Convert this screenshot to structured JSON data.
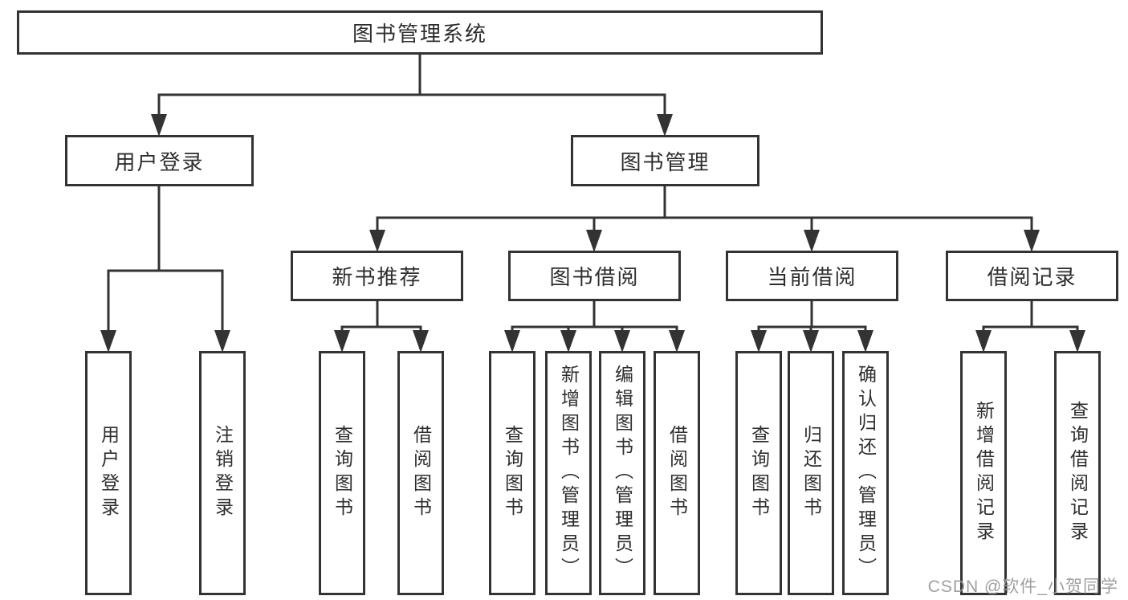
{
  "diagram_title": "图书管理系统",
  "watermark": "CSDN @软件_小贺同学",
  "tree": {
    "root": {
      "label": "图书管理系统"
    },
    "branches": [
      {
        "label": "用户登录",
        "leaves": [
          {
            "label": "用户登录"
          },
          {
            "label": "注销登录"
          }
        ]
      },
      {
        "label": "图书管理",
        "groups": [
          {
            "label": "新书推荐",
            "leaves": [
              {
                "label": "查询图书"
              },
              {
                "label": "借阅图书"
              }
            ]
          },
          {
            "label": "图书借阅",
            "leaves": [
              {
                "label": "查询图书"
              },
              {
                "label": "新增图书（管理员）"
              },
              {
                "label": "编辑图书（管理员）"
              },
              {
                "label": "借阅图书"
              }
            ]
          },
          {
            "label": "当前借阅",
            "leaves": [
              {
                "label": "查询图书"
              },
              {
                "label": "归还图书"
              },
              {
                "label": "确认归还（管理员）"
              }
            ]
          },
          {
            "label": "借阅记录",
            "leaves": [
              {
                "label": "新增借阅记录"
              },
              {
                "label": "查询借阅记录"
              }
            ]
          }
        ]
      }
    ]
  }
}
